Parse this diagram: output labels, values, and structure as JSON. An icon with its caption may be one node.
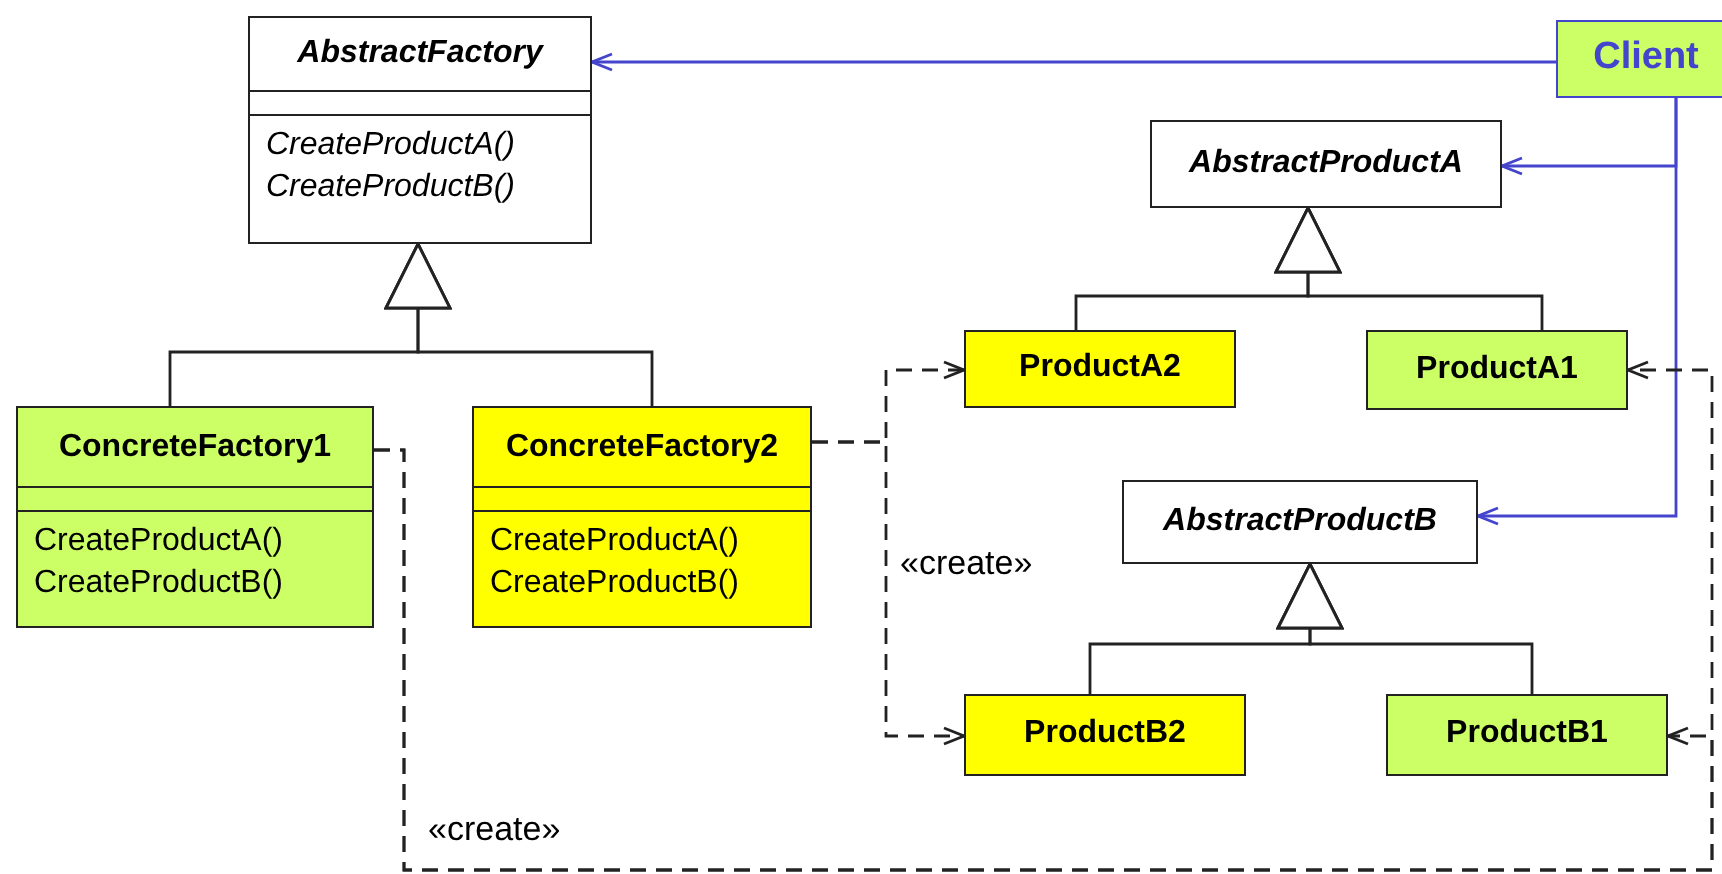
{
  "diagram": {
    "nodes": [
      {
        "text": [
          "AbstractFactory",
          "CreateProductA()",
          "CreateProductB()"
        ]
      },
      {
        "text": [
          "Client"
        ]
      },
      {
        "text": [
          "AbstractProductA"
        ]
      },
      {
        "text": [
          "ProductA2"
        ]
      },
      {
        "text": [
          "ProductA1"
        ]
      },
      {
        "text": [
          "ConcreteFactory1",
          "CreateProductA()",
          "CreateProductB()"
        ]
      },
      {
        "text": [
          "ConcreteFactory2",
          "CreateProductA()",
          "CreateProductB()"
        ]
      },
      {
        "text": [
          "AbstractProductB"
        ]
      },
      {
        "text": [
          "ProductB2"
        ]
      },
      {
        "text": [
          "ProductB1"
        ]
      }
    ],
    "edges": [
      {
        "from": 1,
        "to": 0,
        "arrow": "to",
        "color": "#4444cc"
      },
      {
        "from": 1,
        "to": 2,
        "arrow": "to",
        "color": "#4444cc"
      },
      {
        "from": 1,
        "to": 7,
        "arrow": "to",
        "color": "#4444cc"
      },
      {
        "from": 5,
        "to": 0,
        "arrow": "to"
      },
      {
        "from": 6,
        "to": 0,
        "arrow": "to"
      },
      {
        "from": 3,
        "to": 2,
        "arrow": "to"
      },
      {
        "from": 4,
        "to": 2,
        "arrow": "to"
      },
      {
        "from": 8,
        "to": 7,
        "arrow": "to"
      },
      {
        "from": 9,
        "to": 7,
        "arrow": "to"
      },
      {
        "from": 6,
        "to": 3,
        "arrow": "to",
        "style": "dashed"
      },
      {
        "from": 6,
        "to": 8,
        "arrow": "to",
        "style": "dashed",
        "label": "«create»"
      },
      {
        "from": 5,
        "to": 4,
        "arrow": "to",
        "style": "dashed",
        "label": "«create»"
      },
      {
        "from": 5,
        "to": 9,
        "arrow": "to",
        "style": "dashed"
      }
    ]
  }
}
